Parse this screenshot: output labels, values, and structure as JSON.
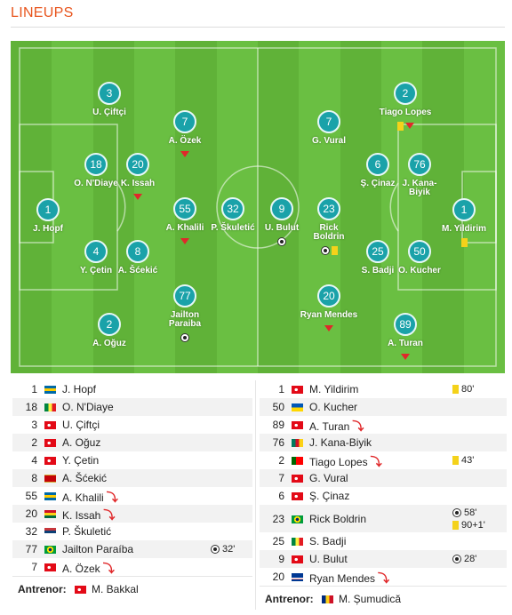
{
  "header": {
    "title": "LINEUPS"
  },
  "icons": {
    "substitution": "sub-arrow-icon",
    "yellow_card": "yellow-card-icon",
    "goal": "ball-icon",
    "flag": "flag-icon"
  },
  "colors": {
    "accent": "#e8541c",
    "pitch": "#65b93d",
    "player_circle": "#1aa2a9",
    "sub_arrow": "#e0282a",
    "yellow_card": "#f4d21a"
  },
  "pitch_players": [
    {
      "id": "hopf",
      "num": "1",
      "name": "J. Hopf",
      "events": []
    },
    {
      "id": "ciftci",
      "num": "3",
      "name": "U. Çiftçi",
      "events": []
    },
    {
      "id": "ndiaye",
      "num": "18",
      "name": "O. N'Diaye",
      "events": []
    },
    {
      "id": "cetin",
      "num": "4",
      "name": "Y. Çetin",
      "events": []
    },
    {
      "id": "oguz",
      "num": "2",
      "name": "A. Oğuz",
      "events": []
    },
    {
      "id": "issah",
      "num": "20",
      "name": "K. Issah",
      "events": [
        "sub"
      ]
    },
    {
      "id": "scekic",
      "num": "8",
      "name": "A. Šćekić",
      "events": []
    },
    {
      "id": "ozek",
      "num": "7",
      "name": "A. Özek",
      "events": [
        "sub"
      ]
    },
    {
      "id": "khalili",
      "num": "55",
      "name": "A. Khalili",
      "events": [
        "sub"
      ]
    },
    {
      "id": "skuletic",
      "num": "32",
      "name": "P. Škuletić",
      "events": []
    },
    {
      "id": "paraiba",
      "num": "77",
      "name": "Jailton Paraiba",
      "events": [
        "goal"
      ]
    },
    {
      "id": "bulut",
      "num": "9",
      "name": "U. Bulut",
      "events": [
        "goal"
      ]
    },
    {
      "id": "vural",
      "num": "7",
      "name": "G. Vural",
      "events": []
    },
    {
      "id": "boldrin",
      "num": "23",
      "name": "Rick Boldrin",
      "events": [
        "goal",
        "yellow"
      ]
    },
    {
      "id": "mendes",
      "num": "20",
      "name": "Ryan Mendes",
      "events": [
        "sub"
      ]
    },
    {
      "id": "lopes",
      "num": "2",
      "name": "Tiago Lopes",
      "events": [
        "yellow",
        "sub"
      ]
    },
    {
      "id": "cinaz",
      "num": "6",
      "name": "Ş. Çinaz",
      "events": []
    },
    {
      "id": "badji",
      "num": "25",
      "name": "S. Badji",
      "events": []
    },
    {
      "id": "kanabiyik",
      "num": "76",
      "name": "J. Kana-Biyik",
      "events": []
    },
    {
      "id": "kucher",
      "num": "50",
      "name": "O. Kucher",
      "events": []
    },
    {
      "id": "turan",
      "num": "89",
      "name": "A. Turan",
      "events": [
        "sub"
      ]
    },
    {
      "id": "yildirim",
      "num": "1",
      "name": "M. Yildirim",
      "events": [
        "yellow"
      ]
    }
  ],
  "home_list": [
    {
      "num": "1",
      "flag": "SE",
      "name": "J. Hopf",
      "events": []
    },
    {
      "num": "18",
      "flag": "SN",
      "name": "O. N'Diaye",
      "events": []
    },
    {
      "num": "3",
      "flag": "TR",
      "name": "U. Çiftçi",
      "events": []
    },
    {
      "num": "2",
      "flag": "TR",
      "name": "A. Oğuz",
      "events": []
    },
    {
      "num": "4",
      "flag": "TR",
      "name": "Y. Çetin",
      "events": []
    },
    {
      "num": "8",
      "flag": "ME",
      "name": "A. Šćekić",
      "events": []
    },
    {
      "num": "55",
      "flag": "SE",
      "name": "A. Khalili",
      "events": [
        {
          "type": "sub",
          "minute": ""
        }
      ]
    },
    {
      "num": "20",
      "flag": "GH",
      "name": "K. Issah",
      "events": [
        {
          "type": "sub",
          "minute": ""
        }
      ]
    },
    {
      "num": "32",
      "flag": "RS",
      "name": "P. Škuletić",
      "events": []
    },
    {
      "num": "77",
      "flag": "BR",
      "name": "Jailton Paraíba",
      "events": [
        {
          "type": "goal",
          "minute": "32'"
        }
      ]
    },
    {
      "num": "7",
      "flag": "TR",
      "name": "A. Özek",
      "events": [
        {
          "type": "sub",
          "minute": ""
        }
      ]
    }
  ],
  "home_coach": {
    "label": "Antrenor:",
    "flag": "TR",
    "name": "M. Bakkal"
  },
  "away_list": [
    {
      "num": "1",
      "flag": "TR",
      "name": "M. Yildirim",
      "events": [
        {
          "type": "yellow",
          "minute": "80'"
        }
      ]
    },
    {
      "num": "50",
      "flag": "UA",
      "name": "O. Kucher",
      "events": []
    },
    {
      "num": "89",
      "flag": "TR",
      "name": "A. Turan",
      "events": [
        {
          "type": "sub",
          "minute": ""
        }
      ]
    },
    {
      "num": "76",
      "flag": "CM",
      "name": "J. Kana-Biyik",
      "events": []
    },
    {
      "num": "2",
      "flag": "PT",
      "name": "Tiago Lopes",
      "events": [
        {
          "type": "sub",
          "minute": ""
        },
        {
          "type": "yellow",
          "minute": "43'"
        }
      ]
    },
    {
      "num": "7",
      "flag": "TR",
      "name": "G. Vural",
      "events": []
    },
    {
      "num": "6",
      "flag": "TR",
      "name": "Ş. Çinaz",
      "events": []
    },
    {
      "num": "23",
      "flag": "BR",
      "name": "Rick Boldrin",
      "events": [
        {
          "type": "goal",
          "minute": "58'"
        },
        {
          "type": "yellow",
          "minute": "90+1'"
        }
      ]
    },
    {
      "num": "25",
      "flag": "SN",
      "name": "S. Badji",
      "events": []
    },
    {
      "num": "9",
      "flag": "TR",
      "name": "U. Bulut",
      "events": [
        {
          "type": "goal",
          "minute": "28'"
        }
      ]
    },
    {
      "num": "20",
      "flag": "CV",
      "name": "Ryan Mendes",
      "events": [
        {
          "type": "sub",
          "minute": ""
        }
      ]
    }
  ],
  "away_coach": {
    "label": "Antrenor:",
    "flag": "RO",
    "name": "M. Șumudică"
  }
}
